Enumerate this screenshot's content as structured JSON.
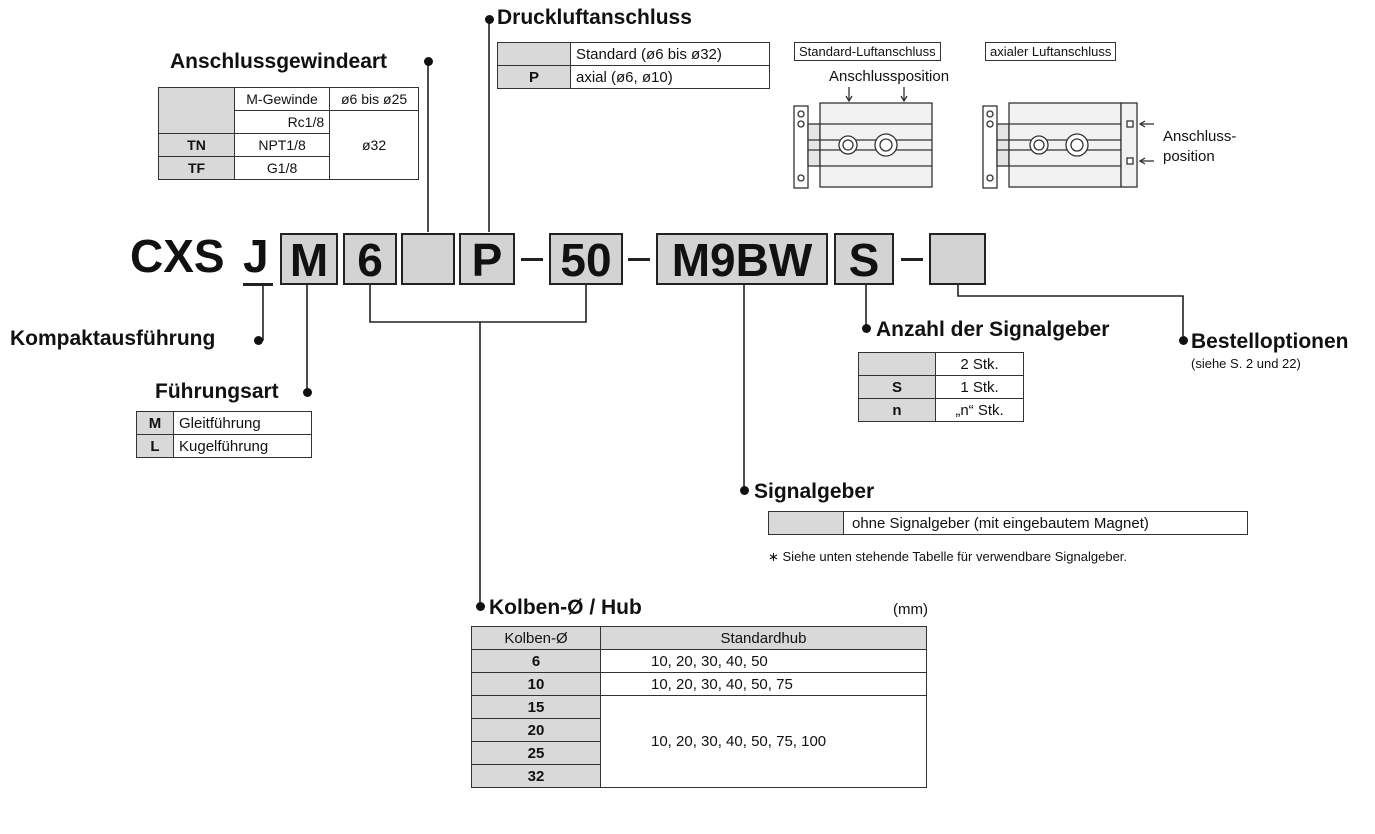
{
  "product": {
    "prefix": "CXS",
    "j": "J",
    "guide_code": "M",
    "bore_code": "6",
    "thread_code": "",
    "port_code": "P",
    "stroke_code": "50",
    "switch_code": "M9BW",
    "switch_qty_code": "S",
    "option_code": "",
    "dash": "–"
  },
  "thread_type": {
    "title": "Anschlussgewindeart",
    "rows": [
      {
        "code": "",
        "thread": "M-Gewinde",
        "bore": "ø6 bis ø25"
      },
      {
        "code": "",
        "thread": "Rc1/8",
        "bore": "ø32"
      },
      {
        "code": "TN",
        "thread": "NPT1/8",
        "bore": ""
      },
      {
        "code": "TF",
        "thread": "G1/8",
        "bore": ""
      }
    ]
  },
  "air_port": {
    "title": "Druckluftanschluss",
    "rows": [
      {
        "code": "",
        "desc": "Standard (ø6 bis ø32)"
      },
      {
        "code": "P",
        "desc": "axial (ø6, ø10)"
      }
    ]
  },
  "port_diagrams": {
    "standard_label": "Standard-Luftanschluss",
    "axial_label": "axialer Luftanschluss",
    "port_position": "Anschlussposition",
    "port_position_split_1": "Anschluss-",
    "port_position_split_2": "position"
  },
  "compact": {
    "title": "Kompaktausführung"
  },
  "guide_type": {
    "title": "Führungsart",
    "rows": [
      {
        "code": "M",
        "desc": "Gleitführung"
      },
      {
        "code": "L",
        "desc": "Kugelführung"
      }
    ]
  },
  "switch_qty": {
    "title": "Anzahl der Signalgeber",
    "rows": [
      {
        "code": "",
        "desc": "2 Stk."
      },
      {
        "code": "S",
        "desc": "1 Stk."
      },
      {
        "code": "n",
        "desc": "„n“ Stk."
      }
    ]
  },
  "options": {
    "title": "Bestelloptionen",
    "note": "(siehe S. 2 und 22)"
  },
  "signal": {
    "title": "Signalgeber",
    "rows": [
      {
        "code": "",
        "desc": "ohne Signalgeber (mit eingebautem Magnet)"
      }
    ],
    "note": "∗ Siehe unten stehende Tabelle für verwendbare Signalgeber."
  },
  "bore_stroke": {
    "title": "Kolben-Ø / Hub",
    "unit": "(mm)",
    "headers": [
      "Kolben-Ø",
      "Standardhub"
    ],
    "rows": [
      {
        "bore": "6",
        "stroke": "10, 20, 30, 40, 50"
      },
      {
        "bore": "10",
        "stroke": "10, 20, 30, 40, 50, 75"
      },
      {
        "bore": "15",
        "stroke": "10, 20, 30, 40, 50, 75, 100"
      },
      {
        "bore": "20",
        "stroke": ""
      },
      {
        "bore": "25",
        "stroke": ""
      },
      {
        "bore": "32",
        "stroke": ""
      }
    ]
  }
}
